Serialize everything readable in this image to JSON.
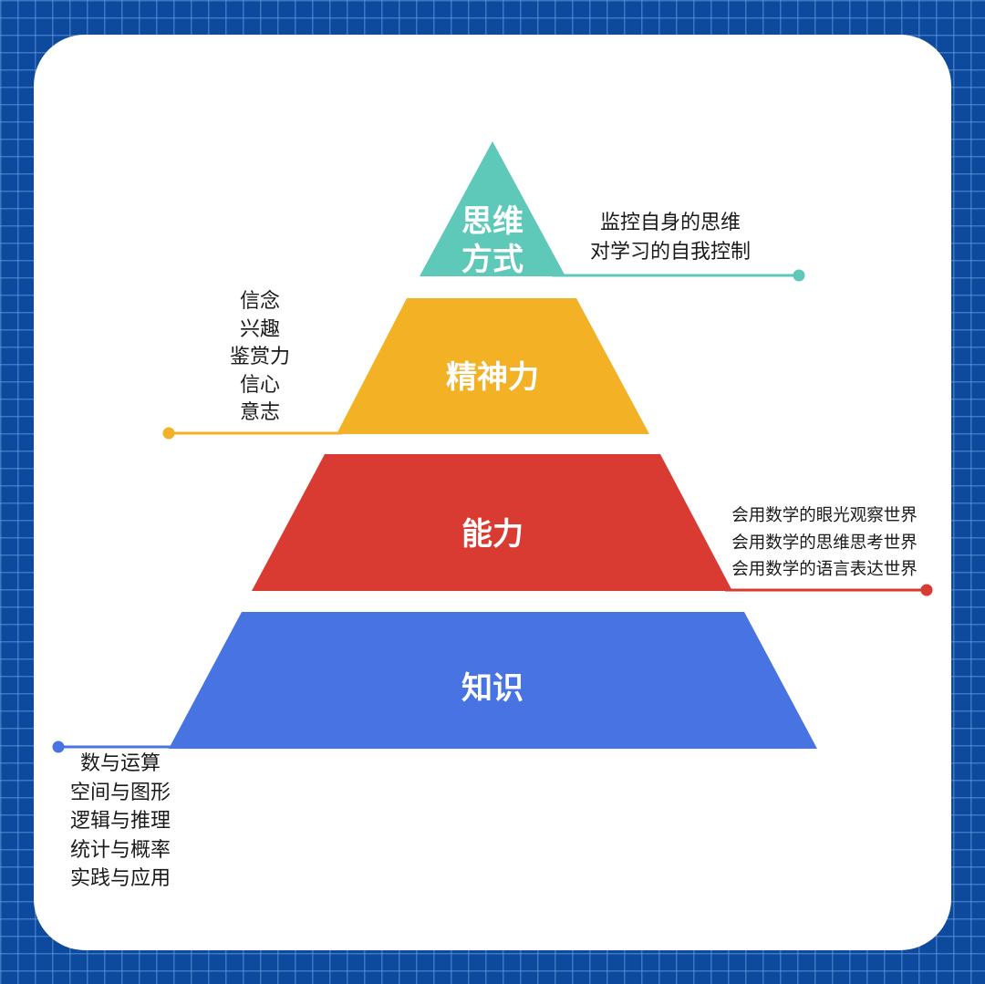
{
  "tiers": {
    "thinking": {
      "label_line1": "思维",
      "label_line2": "方式",
      "color": "#5ec8b9",
      "notes": [
        "监控自身的思维",
        "对学习的自我控制"
      ]
    },
    "spirit": {
      "label": "精神力",
      "color": "#f3b126",
      "notes": [
        "信念",
        "兴趣",
        "鉴赏力",
        "信心",
        "意志"
      ]
    },
    "ability": {
      "label": "能力",
      "color": "#d93a31",
      "notes": [
        "会用数学的眼光观察世界",
        "会用数学的思维思考世界",
        "会用数学的语言表达世界"
      ]
    },
    "knowledge": {
      "label": "知识",
      "color": "#4874e3",
      "notes": [
        "数与运算",
        "空间与图形",
        "逻辑与推理",
        "统计与概率",
        "实践与应用"
      ]
    }
  }
}
